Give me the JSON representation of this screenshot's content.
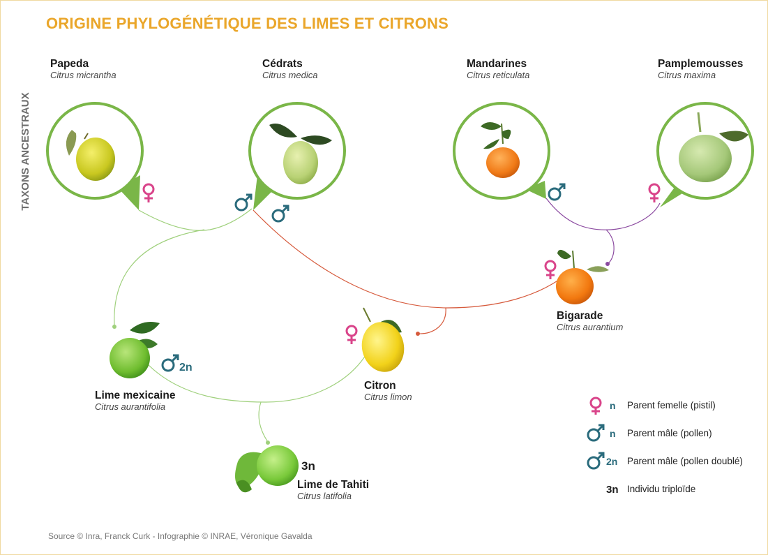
{
  "title": "ORIGINE PHYLOGÉNÉTIQUE DES LIMES ET CITRONS",
  "side_label": "TAXONS ANCESTRAUX",
  "taxa": {
    "papeda": {
      "name": "Papeda",
      "sci": "Citrus micrantha"
    },
    "cedrats": {
      "name": "Cédrats",
      "sci": "Citrus medica"
    },
    "mandarines": {
      "name": "Mandarines",
      "sci": "Citrus reticulata"
    },
    "pamplemousses": {
      "name": "Pamplemousses",
      "sci": "Citrus maxima"
    },
    "bigarade": {
      "name": "Bigarade",
      "sci": "Citrus aurantium"
    },
    "citron": {
      "name": "Citron",
      "sci": "Citrus limon"
    },
    "lime_mexicaine": {
      "name": "Lime mexicaine",
      "sci": "Citrus aurantifolia"
    },
    "lime_tahiti": {
      "name": "Lime de Tahiti",
      "sci": "Citrus latifolia",
      "ploidy": "3n"
    }
  },
  "symbols": {
    "lime_mexicaine_male": "2n"
  },
  "legend": [
    {
      "symbol_suffix": "n",
      "label": "Parent femelle (pistil)"
    },
    {
      "symbol_suffix": "n",
      "label": "Parent mâle (pollen)"
    },
    {
      "symbol_suffix": "2n",
      "label": "Parent mâle (pollen doublé)"
    },
    {
      "symbol_suffix": "3n",
      "label": "Individu triploïde"
    }
  ],
  "source": "Source © Inra, Franck Curk - Infographie © INRAE, Véronique Gavalda",
  "colors": {
    "title": "#eaa62a",
    "female": "#d9448a",
    "male": "#2a6b7c",
    "circle": "#7ab648",
    "link_green": "#9fd07c",
    "link_red": "#d65a3c",
    "link_purple": "#8b4aa0"
  }
}
